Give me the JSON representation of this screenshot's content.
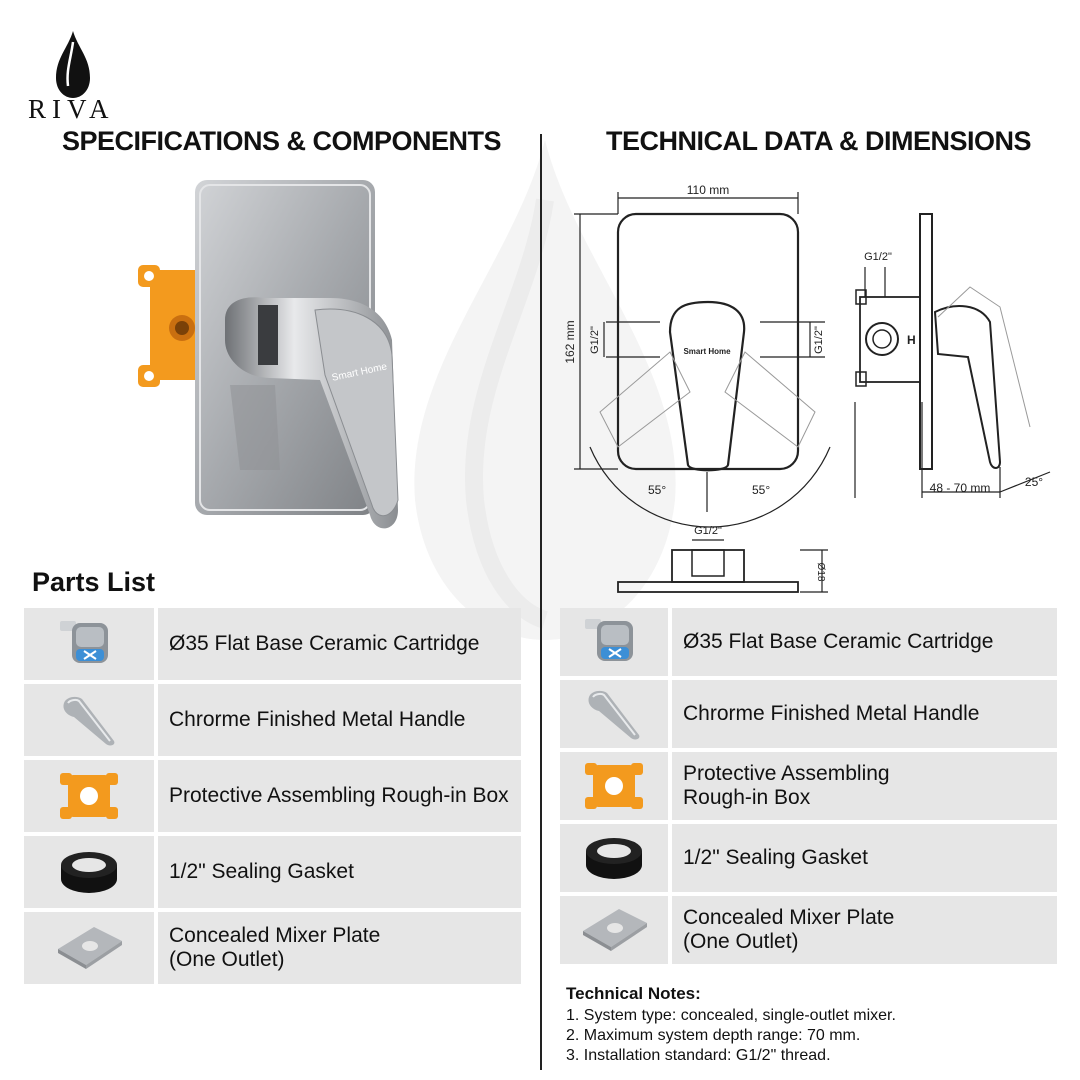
{
  "brand": {
    "name": "RIVA"
  },
  "left": {
    "title": "SPECIFICATIONS & COMPONENTS",
    "product_label": "Smart Home"
  },
  "right": {
    "title": "TECHNICAL DATA & DIMENSIONS"
  },
  "drawing": {
    "width_label": "110 mm",
    "height_label": "162 mm",
    "thread_left": "G1/2\"",
    "thread_right": "G1/2\"",
    "handle_label": "Smart Home",
    "angle_left": "55°",
    "angle_right": "55°",
    "side_thread": "G1/2\"",
    "side_h": "H",
    "depth_label": "48 - 70 mm",
    "tilt_label": "25°",
    "bottom_thread": "G1/2\"",
    "bottom_dim": "Ø18"
  },
  "parts_title": "Parts List",
  "parts_left": [
    {
      "icon": "ceramic-cartridge-icon",
      "label": "Ø35 Flat Base Ceramic Cartridge"
    },
    {
      "icon": "metal-handle-icon",
      "label": "Chrorme Finished Metal Handle"
    },
    {
      "icon": "rough-in-box-icon",
      "label": "Protective Assembling Rough-in Box"
    },
    {
      "icon": "sealing-gasket-icon",
      "label": "1/2\" Sealing Gasket"
    },
    {
      "icon": "mixer-plate-icon",
      "label": "Concealed Mixer Plate\n(One Outlet)"
    }
  ],
  "parts_right": [
    {
      "icon": "ceramic-cartridge-icon",
      "label": "Ø35 Flat Base Ceramic Cartridge"
    },
    {
      "icon": "metal-handle-icon",
      "label": "Chrorme Finished Metal Handle"
    },
    {
      "icon": "rough-in-box-icon",
      "label": "Protective Assembling\nRough-in Box"
    },
    {
      "icon": "sealing-gasket-icon",
      "label": "1/2\" Sealing Gasket"
    },
    {
      "icon": "mixer-plate-icon",
      "label": "Concealed Mixer Plate\n(One Outlet)"
    }
  ],
  "notes": {
    "title": "Technical Notes:",
    "items": [
      "1. System type: concealed, single-outlet mixer.",
      "2. Maximum system depth range: 70 mm.",
      "3. Installation standard: G1/2\" thread."
    ]
  },
  "colors": {
    "accent_orange": "#f39a1e",
    "row_gray": "#e6e6e6",
    "chrome": "#a9acb0"
  }
}
